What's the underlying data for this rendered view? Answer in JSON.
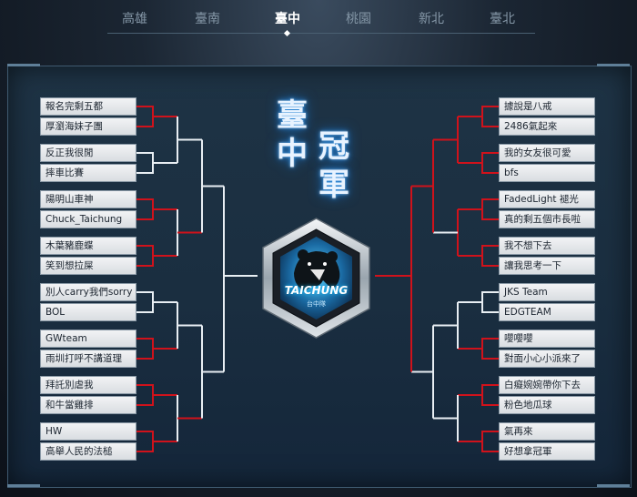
{
  "nav": {
    "tabs": [
      {
        "label": "高雄"
      },
      {
        "label": "臺南"
      },
      {
        "label": "臺中"
      },
      {
        "label": "桃園"
      },
      {
        "label": "新北"
      },
      {
        "label": "臺北"
      }
    ],
    "active_index": 2
  },
  "title": {
    "line1": "臺中",
    "line2": "冠軍"
  },
  "logo": {
    "name": "TAICHUNG",
    "subtitle": "台中隊",
    "icon": "bear-icon"
  },
  "bracket": {
    "left": [
      "報名完剩五都",
      "厚瀏海妹子團",
      "反正我很閒",
      "摔車比賽",
      "陽明山車神",
      "Chuck_Taichung",
      "木葉豬鹿蝶",
      "笑到想拉屎",
      "別人carry我們sorry",
      "BOL",
      "GWteam",
      "雨圳打呼不講道理",
      "拜託別虐我",
      "和牛當雞排",
      "HW",
      "高舉人民的法槌"
    ],
    "right": [
      "據說是八戒",
      "2486氣起來",
      "我的女友很可愛",
      "bfs",
      "FadedLight 褪光",
      "真的剩五個市長啦",
      "我不想下去",
      "讓我思考一下",
      "JKS Team",
      "EDGTEAM",
      "嚶嚶嚶",
      "對面小心小派來了",
      "白癡婉婉帶你下去",
      "粉色地瓜球",
      "氣再來",
      "好想拿冠軍"
    ]
  },
  "colors": {
    "winner_line": "#d0121b",
    "bracket_line": "#e8eef3",
    "accent": "#2b88d8"
  }
}
